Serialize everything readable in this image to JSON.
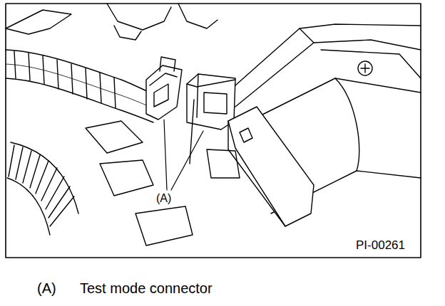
{
  "diagram": {
    "labels": [
      "(A)",
      "PI-00261",
      "(A)",
      "Test mode connector"
    ]
  }
}
